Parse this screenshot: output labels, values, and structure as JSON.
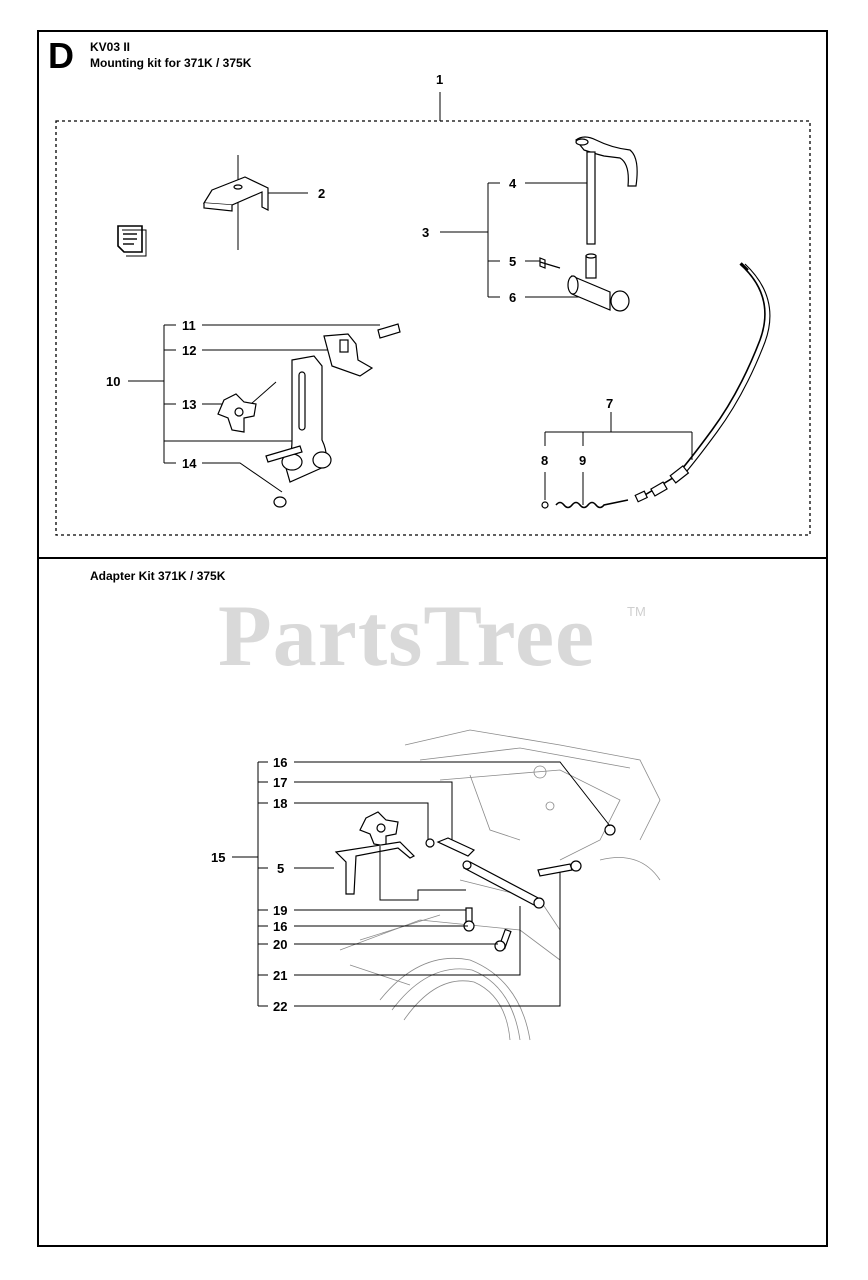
{
  "header": {
    "section_letter": "D",
    "model_code": "KV03 II",
    "title": "Mounting kit for 371K / 375K"
  },
  "section2": {
    "title": "Adapter Kit 371K  / 375K"
  },
  "watermark": {
    "text": "PartsTree",
    "trademark": "TM"
  },
  "callouts": {
    "c1": "1",
    "c2": "2",
    "c3": "3",
    "c4": "4",
    "c5": "5",
    "c6": "6",
    "c7": "7",
    "c8": "8",
    "c9": "9",
    "c10": "10",
    "c11": "11",
    "c12": "12",
    "c13": "13",
    "c14": "14",
    "c15": "15",
    "c16a": "16",
    "c17": "17",
    "c18": "18",
    "c5b": "5",
    "c19": "19",
    "c16b": "16",
    "c20": "20",
    "c21": "21",
    "c22": "22"
  },
  "icons": {
    "manual": "document-manual-icon"
  }
}
